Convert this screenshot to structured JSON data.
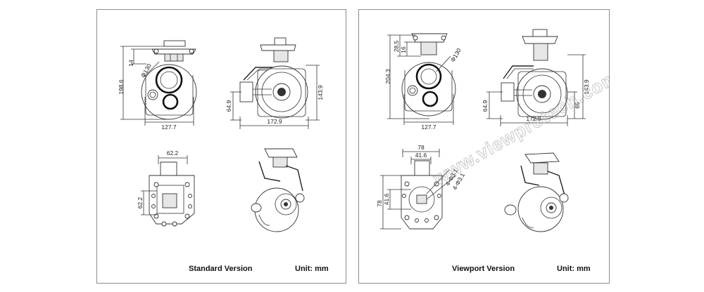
{
  "left_panel": {
    "caption_version": "Standard Version",
    "caption_unit": "Unit: mm",
    "front_view": {
      "height": "198.6",
      "offset": "14",
      "diameter": "Φ130",
      "width": "127.7"
    },
    "side_view": {
      "width": "172.9",
      "height": "143.9",
      "offset_height": "64.9"
    },
    "bottom_view": {
      "width": "62.2",
      "height": "62.2"
    }
  },
  "right_panel": {
    "caption_version": "Viewport Version",
    "caption_unit": "Unit: mm",
    "front_view": {
      "height": "204.3",
      "offset_a": "28.5",
      "offset_b": "16",
      "diameter": "Φ130",
      "width": "127.7"
    },
    "side_view": {
      "width": "172.9",
      "height": "143.9",
      "height_b": "65",
      "offset_height": "64.9"
    },
    "bottom_view": {
      "width_outer": "78",
      "width_inner": "41.6",
      "height_outer": "78",
      "height_inner": "41.6",
      "hole_a": "4-Φ3.1",
      "hole_b": "4-Φ3.1"
    }
  },
  "watermark": "www.viewprotech.com"
}
